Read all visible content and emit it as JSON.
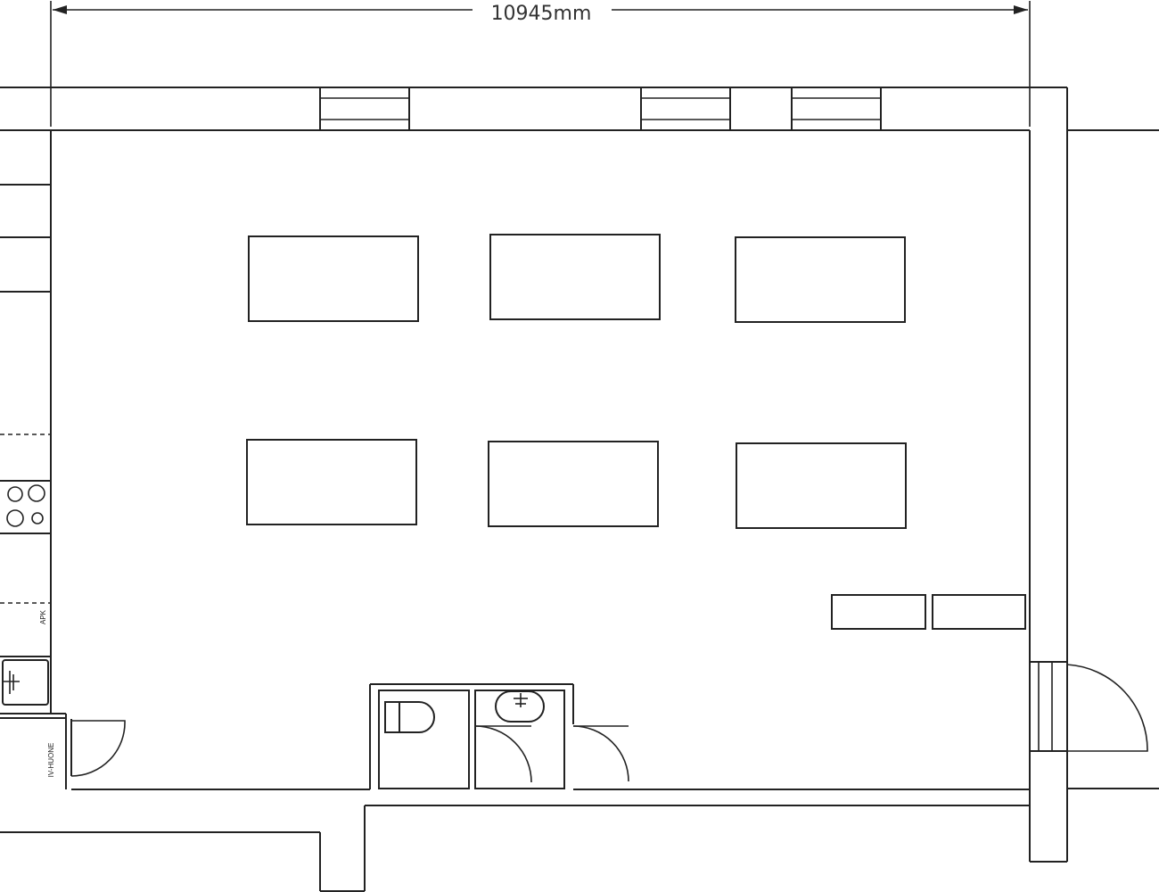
{
  "dimension": {
    "width_label": "10945mm"
  },
  "labels": {
    "kitchen_counter": "APK",
    "utility_room": "IV-HUONE"
  },
  "colors": {
    "line": "#222222",
    "background": "#ffffff"
  },
  "furniture": {
    "tables": [
      {
        "id": "table-1"
      },
      {
        "id": "table-2"
      },
      {
        "id": "table-3"
      },
      {
        "id": "table-4"
      },
      {
        "id": "table-5"
      },
      {
        "id": "table-6"
      }
    ],
    "benches": [
      {
        "id": "bench-1"
      },
      {
        "id": "bench-2"
      }
    ]
  }
}
